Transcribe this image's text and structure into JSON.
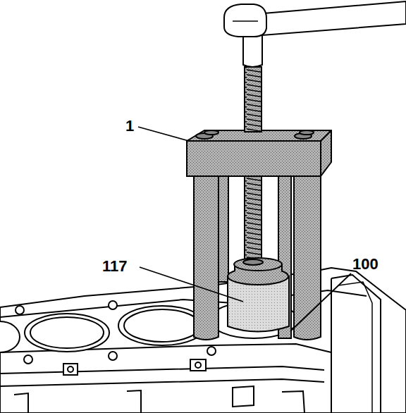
{
  "diagram": {
    "labels": [
      "1",
      "117",
      "100"
    ]
  }
}
